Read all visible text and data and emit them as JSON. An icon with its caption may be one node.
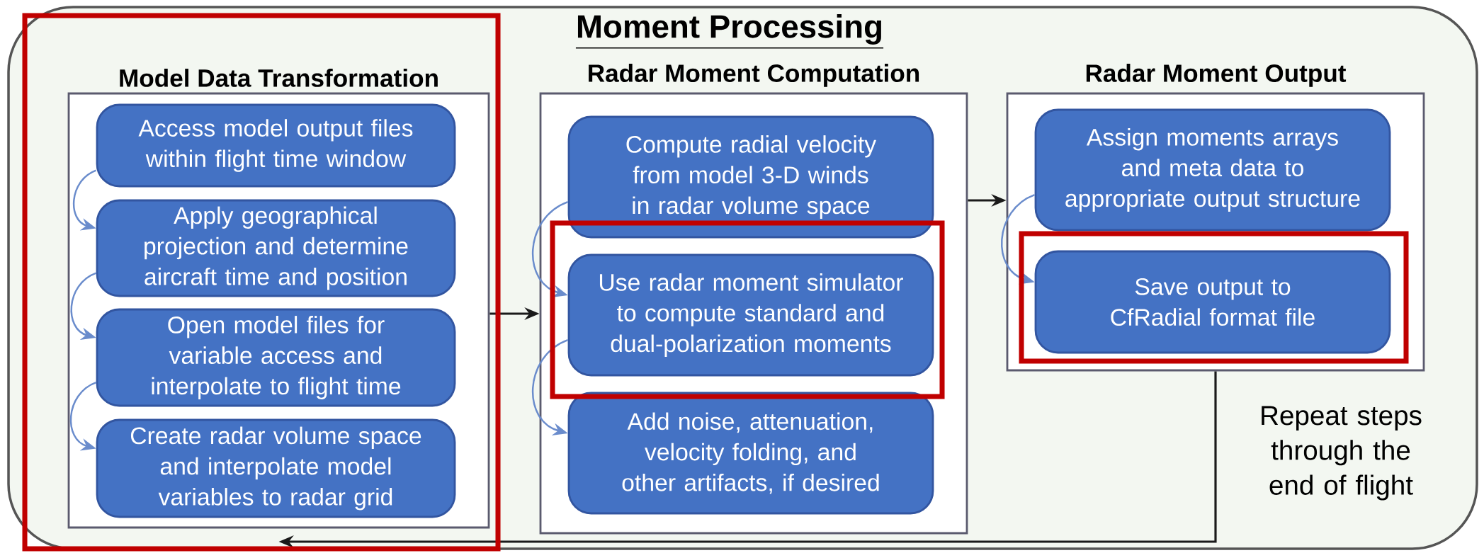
{
  "diagram": {
    "title": "Moment Processing",
    "nodes": [
      {
        "text": [
          "Model Data Transformation"
        ]
      },
      {
        "text": [
          "Access model output files within flight time window"
        ],
        "in": 0
      },
      {
        "text": [
          "Apply geographical projection and determine aircraft time and position"
        ],
        "in": 0
      },
      {
        "text": [
          "Open model files for variable access and interpolate to flight time"
        ],
        "in": 0
      },
      {
        "text": [
          "Create radar volume space and interpolate model variables to radar grid"
        ],
        "in": 0
      },
      {
        "text": [
          "Radar Moment Computation"
        ]
      },
      {
        "text": [
          "Compute radial velocity from model 3-D winds in radar volume space"
        ],
        "in": 5
      },
      {
        "text": [
          "Use radar moment simulator to compute standard and dual-polarization moments"
        ],
        "in": 5
      },
      {
        "text": [
          "Add noise, attenuation, velocity folding, and other artifacts, if desired"
        ],
        "in": 5
      },
      {
        "text": [
          "Radar Moment Output"
        ]
      },
      {
        "text": [
          "Assign moments arrays and meta data to appropriate output structure"
        ],
        "in": 9
      },
      {
        "text": [
          "Save output to CfRadial format file"
        ],
        "in": 9
      }
    ],
    "edges": [
      {
        "from": 1,
        "to": 2,
        "arrow": "to"
      },
      {
        "from": 2,
        "to": 3,
        "arrow": "to"
      },
      {
        "from": 3,
        "to": 4,
        "arrow": "to"
      },
      {
        "from": 0,
        "to": 5,
        "arrow": "to",
        "color": "#1a1a1a"
      },
      {
        "from": 6,
        "to": 7,
        "arrow": "to"
      },
      {
        "from": 7,
        "to": 8,
        "arrow": "to"
      },
      {
        "from": 5,
        "to": 9,
        "arrow": "to",
        "color": "#1a1a1a"
      },
      {
        "from": 10,
        "to": 11,
        "arrow": "to"
      },
      {
        "from": 9,
        "to": 0,
        "arrow": "to",
        "color": "#1a1a1a"
      }
    ],
    "labels": [
      "Repeat steps through the end of flight"
    ]
  }
}
